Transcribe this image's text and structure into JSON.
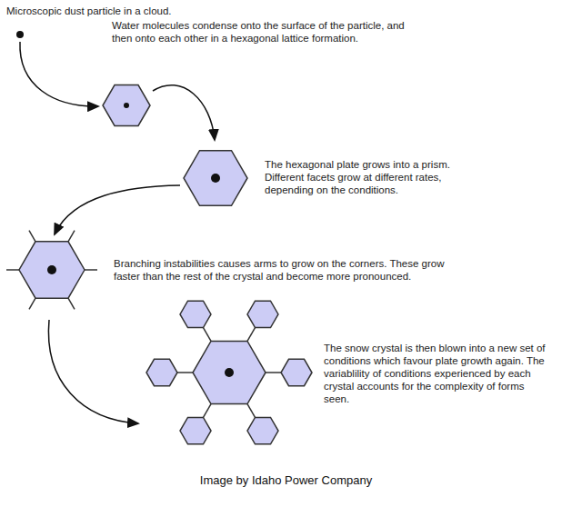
{
  "diagram": {
    "caption": "Image by Idaho Power Company",
    "labels": [
      "Microscopic dust particle in a cloud.",
      "Water molecules condense onto the surface of the particle, and then onto each other in a hexagonal lattice formation.",
      "The hexagonal plate grows into a prism. Different facets grow at different rates, depending on the conditions.",
      "Branching instabilities causes arms to grow on the corners. These grow faster than the rest of the crystal and become more pronounced.",
      "The snow crystal is then blown into a new set of conditions which favour plate growth again. The variablility of conditions experienced by each crystal accounts for the complexity of forms seen."
    ]
  }
}
